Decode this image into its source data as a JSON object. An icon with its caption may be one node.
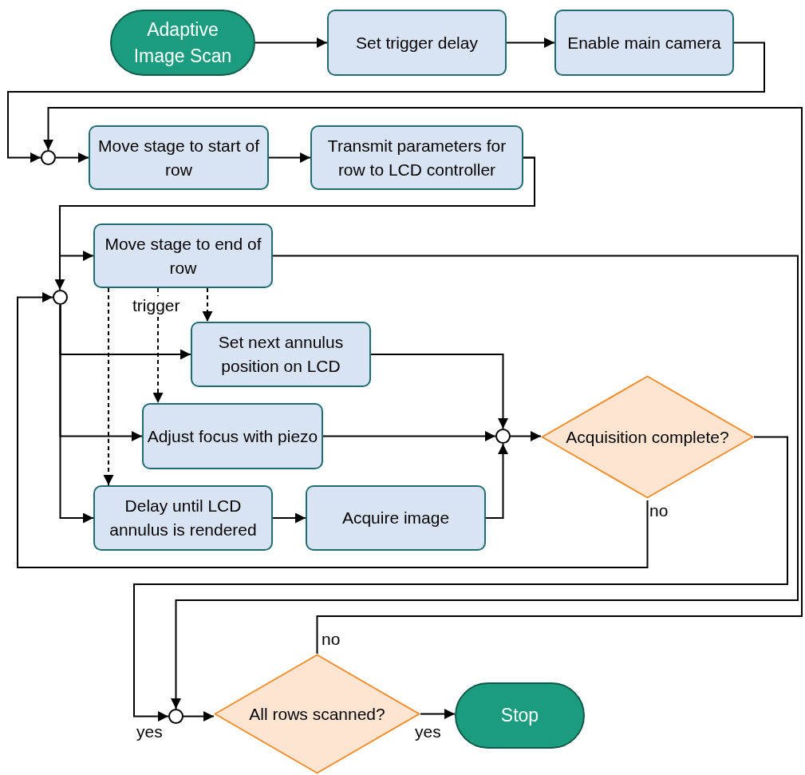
{
  "diagram": {
    "nodes": [
      {
        "text": [
          "Adaptive Image Scan"
        ]
      },
      {
        "text": [
          "Set trigger delay"
        ]
      },
      {
        "text": [
          "Enable main camera"
        ]
      },
      {
        "text": [],
        "shape": "circle"
      },
      {
        "text": [
          "Move stage to start of row"
        ]
      },
      {
        "text": [
          "Transmit parameters for row to LCD controller"
        ]
      },
      {
        "text": [
          "Move stage to end of row"
        ]
      },
      {
        "text": [],
        "shape": "circle"
      },
      {
        "text": [
          "Set next annulus position on LCD"
        ]
      },
      {
        "text": [
          "Adjust focus with piezo"
        ]
      },
      {
        "text": [
          "Delay until LCD annulus is rendered"
        ]
      },
      {
        "text": [
          "Acquire image"
        ]
      },
      {
        "text": [],
        "shape": "circle"
      },
      {
        "text": [
          "Acquisition complete?"
        ]
      },
      {
        "text": [],
        "shape": "circle"
      },
      {
        "text": [
          "All rows scanned?"
        ]
      },
      {
        "text": [
          "Stop"
        ]
      }
    ],
    "edges": [
      {
        "from": 0,
        "to": 1,
        "arrow": "to"
      },
      {
        "from": 1,
        "to": 2,
        "arrow": "to"
      },
      {
        "from": 2,
        "to": 3,
        "arrow": "to"
      },
      {
        "from": 15,
        "to": 3,
        "arrow": "to",
        "label": "no"
      },
      {
        "from": 3,
        "to": 4,
        "arrow": "to"
      },
      {
        "from": 4,
        "to": 5,
        "arrow": "to"
      },
      {
        "from": 5,
        "to": 6,
        "arrow": "to"
      },
      {
        "from": 5,
        "to": 7,
        "arrow": "to"
      },
      {
        "from": 6,
        "to": 8,
        "arrow": "to",
        "style": "dashed"
      },
      {
        "from": 6,
        "to": 9,
        "arrow": "to",
        "style": "dashed",
        "label": "trigger"
      },
      {
        "from": 6,
        "to": 10,
        "arrow": "to",
        "style": "dashed"
      },
      {
        "from": 6,
        "to": 14,
        "arrow": "to"
      },
      {
        "from": 7,
        "to": 8,
        "arrow": "to"
      },
      {
        "from": 7,
        "to": 9,
        "arrow": "to"
      },
      {
        "from": 7,
        "to": 10,
        "arrow": "to"
      },
      {
        "from": 8,
        "to": 12,
        "arrow": "to"
      },
      {
        "from": 9,
        "to": 12,
        "arrow": "to"
      },
      {
        "from": 10,
        "to": 11,
        "arrow": "to"
      },
      {
        "from": 11,
        "to": 12,
        "arrow": "to"
      },
      {
        "from": 12,
        "to": 13,
        "arrow": "to"
      },
      {
        "from": 13,
        "to": 7,
        "arrow": "to",
        "label": "no"
      },
      {
        "from": 13,
        "to": 14,
        "arrow": "to",
        "label": "yes"
      },
      {
        "from": 14,
        "to": 15,
        "arrow": "to"
      },
      {
        "from": 15,
        "to": 16,
        "arrow": "to",
        "label": "yes"
      }
    ]
  }
}
